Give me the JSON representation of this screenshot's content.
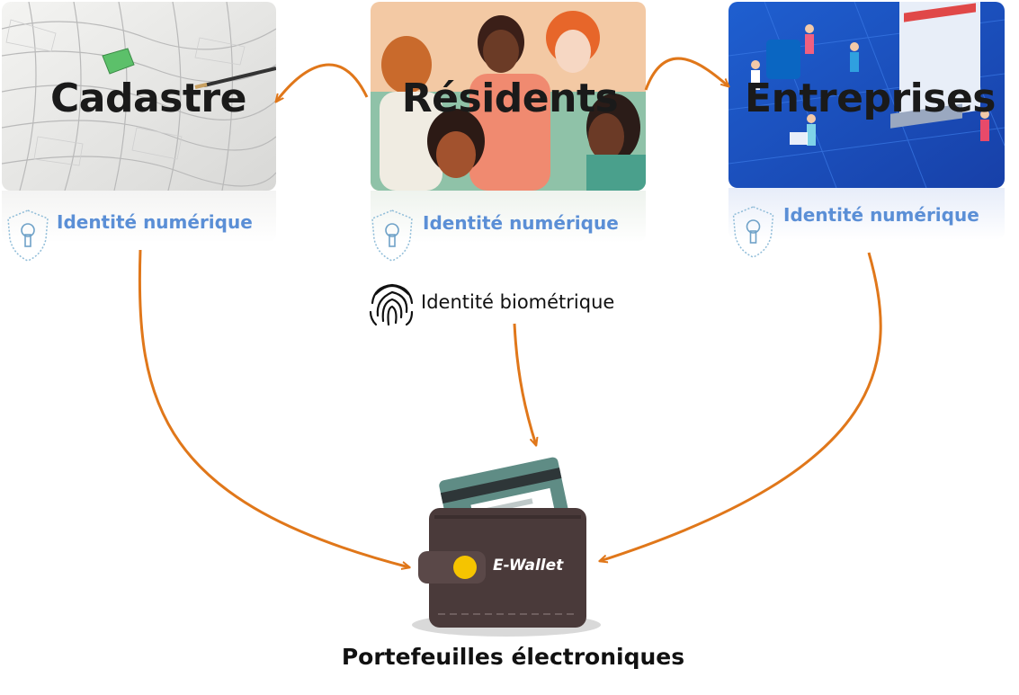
{
  "panels": {
    "cadastre": {
      "title": "Cadastre",
      "id_label": "Identité numérique"
    },
    "residents": {
      "title": "Résidents",
      "id_label": "Identité numérique"
    },
    "entreprises": {
      "title": "Entreprises",
      "id_label": "Identité numérique"
    }
  },
  "biometric": {
    "label": "Identité biométrique",
    "icon": "fingerprint-icon"
  },
  "wallet": {
    "label": "E-Wallet",
    "caption": "Portefeuilles électroniques",
    "icon": "wallet-icon"
  },
  "colors": {
    "arrow": "#e0771a",
    "id_text": "#5b8fd6",
    "wallet_body": "#4a3a3a",
    "card": "#5f8c85",
    "coin": "#f5c400"
  }
}
